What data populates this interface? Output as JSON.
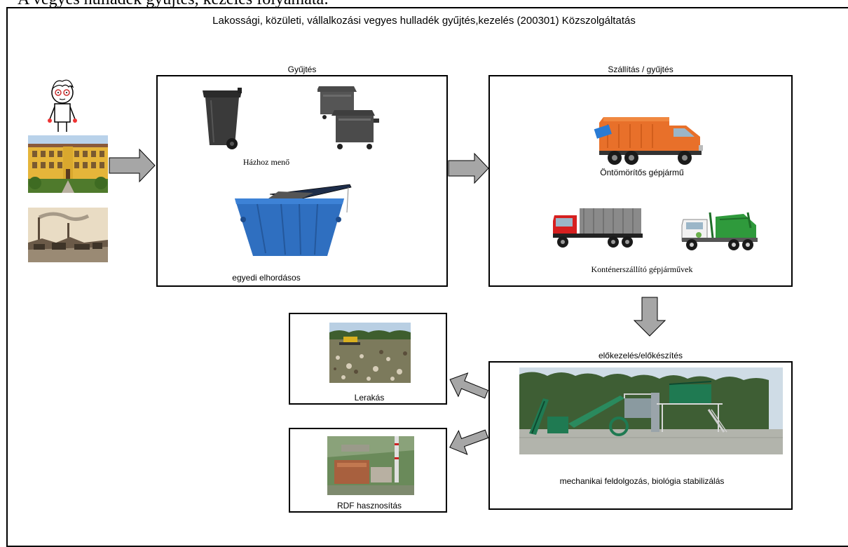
{
  "header": {
    "cropped_heading": "A vegyes hulladék gyűjtés, kezelés folyamata:",
    "title": "Lakossági, közületi, vállalkozási vegyes hulladék gyűjtés,kezelés (200301) Közszolgáltatás"
  },
  "sources": {
    "items": [
      "person",
      "building",
      "factory"
    ]
  },
  "gyujtes": {
    "heading": "Gyűjtés",
    "house_label": "Házhoz menő",
    "skip_label": "egyedi elhordásos"
  },
  "szallitas": {
    "heading": "Szállítás / gyűjtés",
    "compactor_label": "Öntömörítős gépjármű",
    "container_label": "Konténerszállító gépjárművek"
  },
  "elokezeles": {
    "heading": "előkezelés/előkészítés",
    "caption": "mechanikai feldolgozás, biológia stabilizálás"
  },
  "lerakas": {
    "caption": "Lerakás"
  },
  "rdf": {
    "caption": "RDF hasznosítás"
  },
  "colors": {
    "arrow_fill": "#a6a6a6",
    "bin_gray": "#3a3a3a",
    "skip_blue": "#2f6fc0",
    "truck_orange": "#e8702a",
    "plant_green": "#1f7a52"
  }
}
